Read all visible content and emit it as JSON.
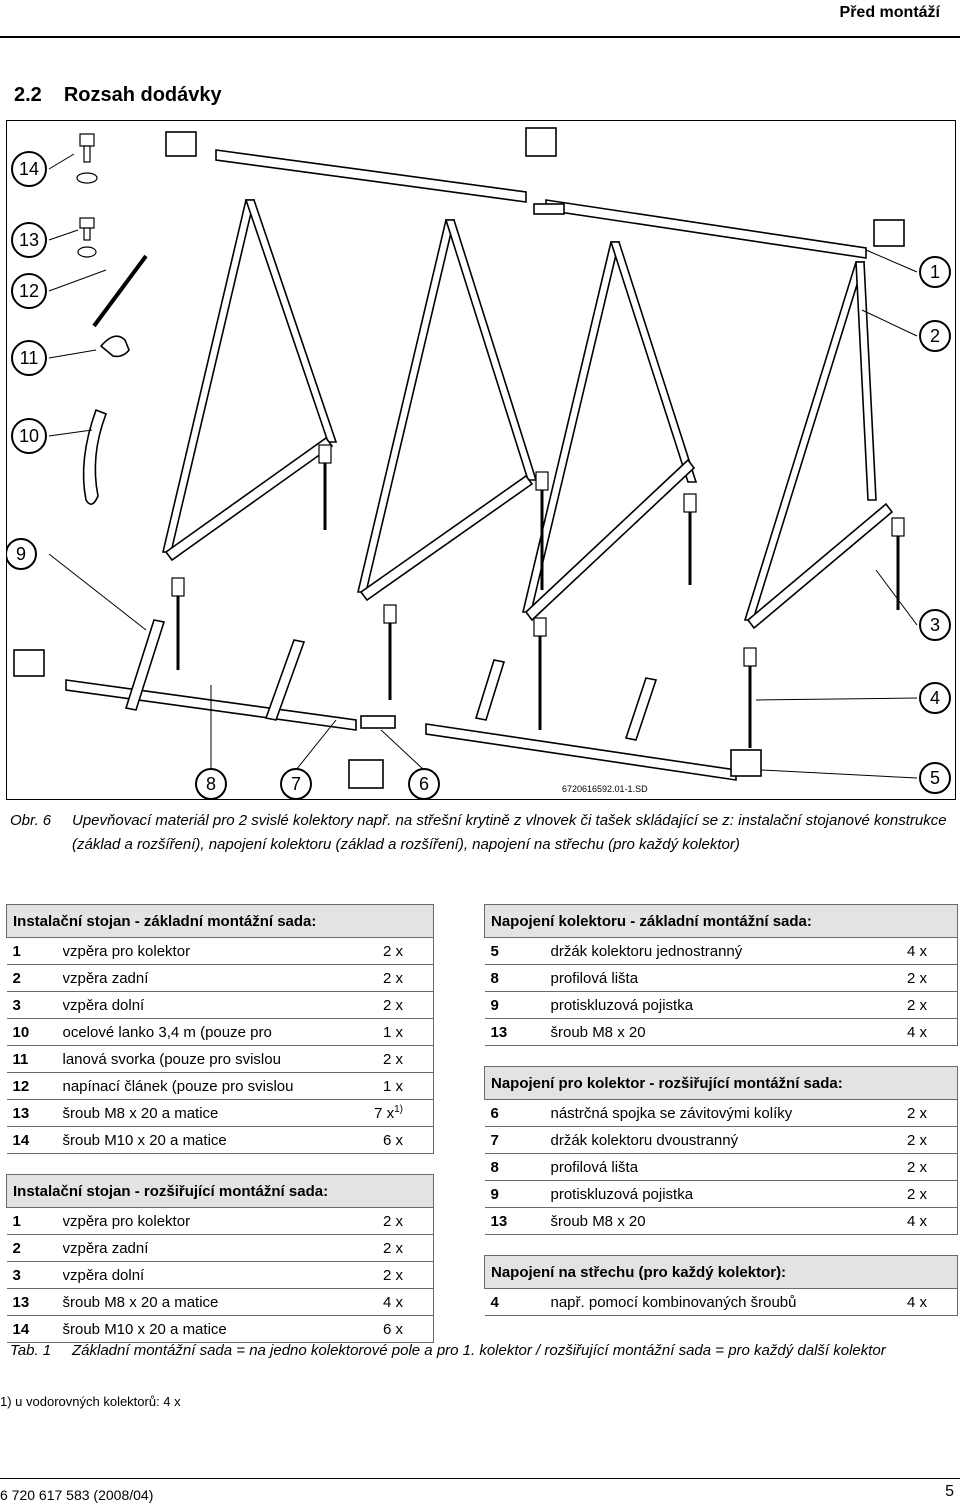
{
  "header": {
    "section_label": "Před montáží"
  },
  "section": {
    "number": "2.2",
    "title": "Rozsah dodávky"
  },
  "figure": {
    "code": "6720616592.01-1.SD",
    "callouts": [
      "14",
      "13",
      "12",
      "11",
      "10",
      "9",
      "8",
      "7",
      "6",
      "1",
      "2",
      "3",
      "4",
      "5"
    ],
    "caption_label": "Obr. 6",
    "caption_text": "Upevňovací materiál pro 2 svislé kolektory např. na střešní krytině z vlnovek či tašek skládající se z: instalační stojanové konstrukce (základ a rozšíření), napojení kolektoru (základ a rozšíření), napojení na střechu (pro každý kolektor)"
  },
  "tables": {
    "left": [
      {
        "title": "Instalační stojan - základní montážní sada:",
        "rows": [
          {
            "n": "1",
            "desc": "vzpěra pro kolektor",
            "qty": "2 x"
          },
          {
            "n": "2",
            "desc": "vzpěra zadní",
            "qty": "2 x"
          },
          {
            "n": "3",
            "desc": "vzpěra dolní",
            "qty": "2 x"
          },
          {
            "n": "10",
            "desc": "ocelové lanko 3,4 m (pouze pro",
            "qty": "1 x"
          },
          {
            "n": "11",
            "desc": "lanová svorka (pouze pro svislou",
            "qty": "2 x"
          },
          {
            "n": "12",
            "desc": "napínací článek (pouze pro svislou",
            "qty": "1 x"
          },
          {
            "n": "13",
            "desc": "šroub M8 x 20 a matice",
            "qty": "7 x",
            "sup": "1)"
          },
          {
            "n": "14",
            "desc": "šroub M10 x 20 a matice",
            "qty": "6 x"
          }
        ]
      },
      {
        "title": "Instalační stojan - rozšiřující montážní sada:",
        "rows": [
          {
            "n": "1",
            "desc": "vzpěra pro kolektor",
            "qty": "2 x"
          },
          {
            "n": "2",
            "desc": "vzpěra zadní",
            "qty": "2 x"
          },
          {
            "n": "3",
            "desc": "vzpěra dolní",
            "qty": "2 x"
          },
          {
            "n": "13",
            "desc": "šroub M8 x 20 a matice",
            "qty": "4 x"
          },
          {
            "n": "14",
            "desc": "šroub M10 x 20 a matice",
            "qty": "6 x"
          }
        ]
      }
    ],
    "right": [
      {
        "title": "Napojení kolektoru - základní montážní sada:",
        "rows": [
          {
            "n": "5",
            "desc": "držák kolektoru jednostranný",
            "qty": "4 x"
          },
          {
            "n": "8",
            "desc": "profilová lišta",
            "qty": "2 x"
          },
          {
            "n": "9",
            "desc": "protiskluzová pojistka",
            "qty": "2 x"
          },
          {
            "n": "13",
            "desc": "šroub M8 x 20",
            "qty": "4 x"
          }
        ]
      },
      {
        "title": "Napojení pro kolektor - rozšiřující montážní sada:",
        "rows": [
          {
            "n": "6",
            "desc": "nástrčná spojka se závitovými kolíky",
            "qty": "2 x"
          },
          {
            "n": "7",
            "desc": "držák kolektoru dvoustranný",
            "qty": "2 x"
          },
          {
            "n": "8",
            "desc": "profilová lišta",
            "qty": "2 x"
          },
          {
            "n": "9",
            "desc": "protiskluzová pojistka",
            "qty": "2 x"
          },
          {
            "n": "13",
            "desc": "šroub M8 x 20",
            "qty": "4 x"
          }
        ]
      },
      {
        "title": "Napojení na střechu (pro každý kolektor):",
        "rows": [
          {
            "n": "4",
            "desc": "např. pomocí kombinovaných šroubů",
            "qty": "4 x"
          }
        ]
      }
    ],
    "caption_label": "Tab. 1",
    "caption_text": "Základní montážní sada = na jedno kolektorové pole a pro 1. kolektor / rozšiřující montážní sada = pro každý další kolektor",
    "footnote": "1) u vodorovných kolektorů: 4 x"
  },
  "footer": {
    "doc_number": "6 720 617 583 (2008/04)",
    "page": "5"
  }
}
